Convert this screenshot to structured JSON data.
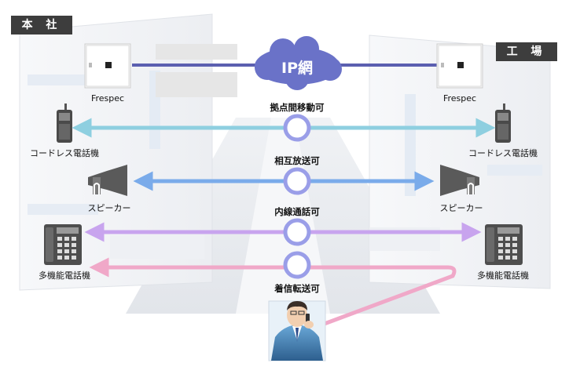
{
  "sites": {
    "left": "本 社",
    "right": "工 場"
  },
  "network": {
    "label": "IP網"
  },
  "devices": {
    "frespec_left": "Frespec",
    "frespec_right": "Frespec",
    "cordless_left": "コードレス電話機",
    "cordless_right": "コードレス電話機",
    "speaker_left": "スピーカー",
    "speaker_right": "スピーカー",
    "multiphone_left": "多機能電話機",
    "multiphone_right": "多機能電話機"
  },
  "features": [
    {
      "label": "拠点間移動可",
      "color": "#8ecfe0"
    },
    {
      "label": "相互放送可",
      "color": "#7aabea"
    },
    {
      "label": "内線通話可",
      "color": "#c8a4ee"
    },
    {
      "label": "着信転送可",
      "color": "#f0a8c8"
    }
  ],
  "colors": {
    "ip_line": "#5b5fb0",
    "ring": "#9a9ee8"
  }
}
